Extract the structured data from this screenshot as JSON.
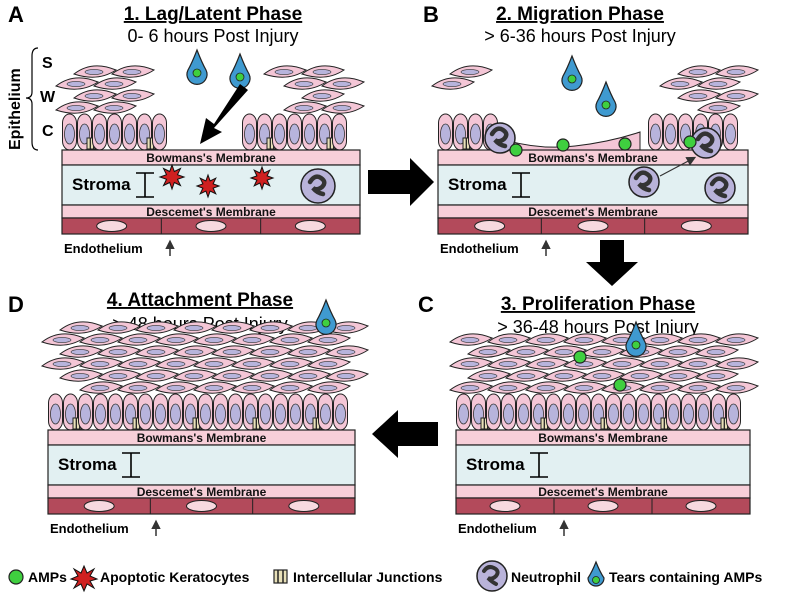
{
  "panels": [
    {
      "letter": "A",
      "title": "1. Lag/Latent Phase",
      "subtitle": "0- 6 hours Post Injury"
    },
    {
      "letter": "B",
      "title": "2. Migration Phase",
      "subtitle": "> 6-36 hours Post Injury"
    },
    {
      "letter": "C",
      "title": "3. Proliferation Phase",
      "subtitle": "> 36-48 hours Post Injury"
    },
    {
      "letter": "D",
      "title": "4. Attachment Phase",
      "subtitle": "> 48 hours Post Injury"
    }
  ],
  "layers": {
    "bowman": "Bowmans's Membrane",
    "stroma": "Stroma",
    "descemet": "Descemet's Membrane",
    "endothelium": "Endothelium",
    "epithelium": "Epithelium",
    "s": "S",
    "w": "W",
    "c": "C"
  },
  "legend": {
    "amps": "AMPs",
    "apoptotic": "Apoptotic Keratocytes",
    "junctions": "Intercellular Junctions",
    "neutrophil": "Neutrophil",
    "tears": "Tears containing AMPs"
  },
  "colors": {
    "cell_fill": "#f4c6d6",
    "nucleus": "#b7b4dc",
    "bowman": "#f7cfd9",
    "stroma": "#e2f0f2",
    "endo": "#b34a5b",
    "amp": "#3fcf3f",
    "tear": "#3f9ad0",
    "apoptotic": "#d02020"
  }
}
